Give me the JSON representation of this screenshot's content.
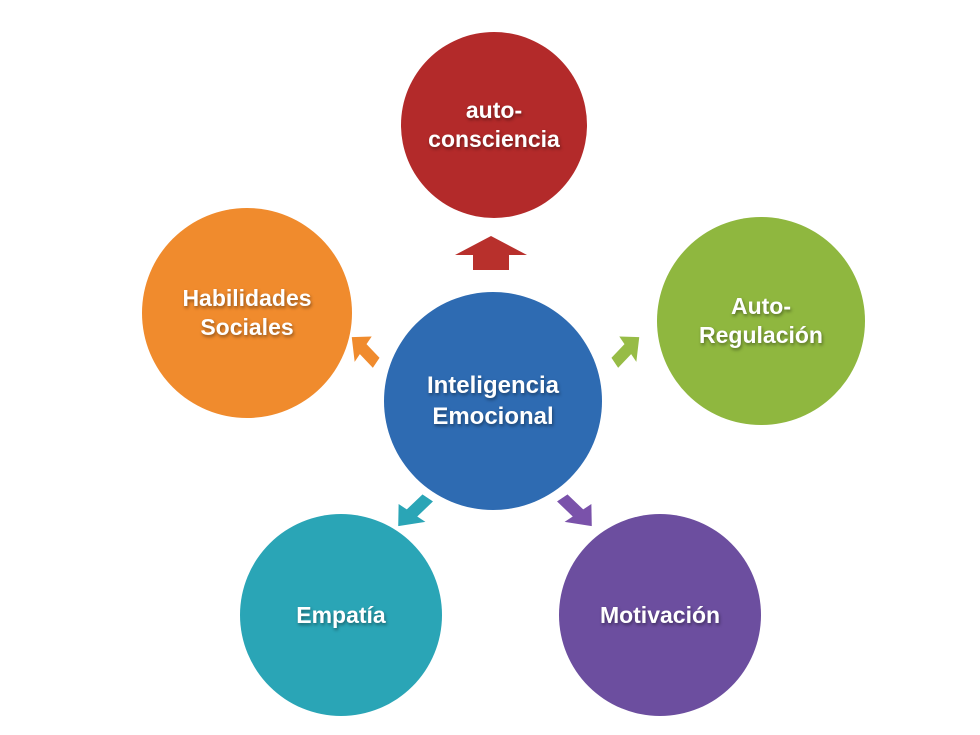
{
  "diagram": {
    "center": {
      "label": "Inteligencia\nEmocional",
      "color": "#2E6BB2"
    },
    "nodes": [
      {
        "label": "auto-\nconsciencia",
        "position": "top",
        "color": "#B32A2A",
        "arrow_color": "#B8302C",
        "arrow_direction": "up"
      },
      {
        "label": "Auto-\nRegulación",
        "position": "right",
        "color": "#8FB73F",
        "arrow_color": "#97BC46",
        "arrow_direction": "up-right"
      },
      {
        "label": "Motivación",
        "position": "bottom-right",
        "color": "#6C4E9F",
        "arrow_color": "#7A52AA",
        "arrow_direction": "down-right"
      },
      {
        "label": "Empatía",
        "position": "bottom-left",
        "color": "#2AA5B6",
        "arrow_color": "#2AA5B6",
        "arrow_direction": "down-left"
      },
      {
        "label": "Habilidades\nSociales",
        "position": "left",
        "color": "#F08B2D",
        "arrow_color": "#F08B2D",
        "arrow_direction": "up-left"
      }
    ],
    "text_color": "#FFFFFF",
    "background_color": "#FFFFFF"
  }
}
